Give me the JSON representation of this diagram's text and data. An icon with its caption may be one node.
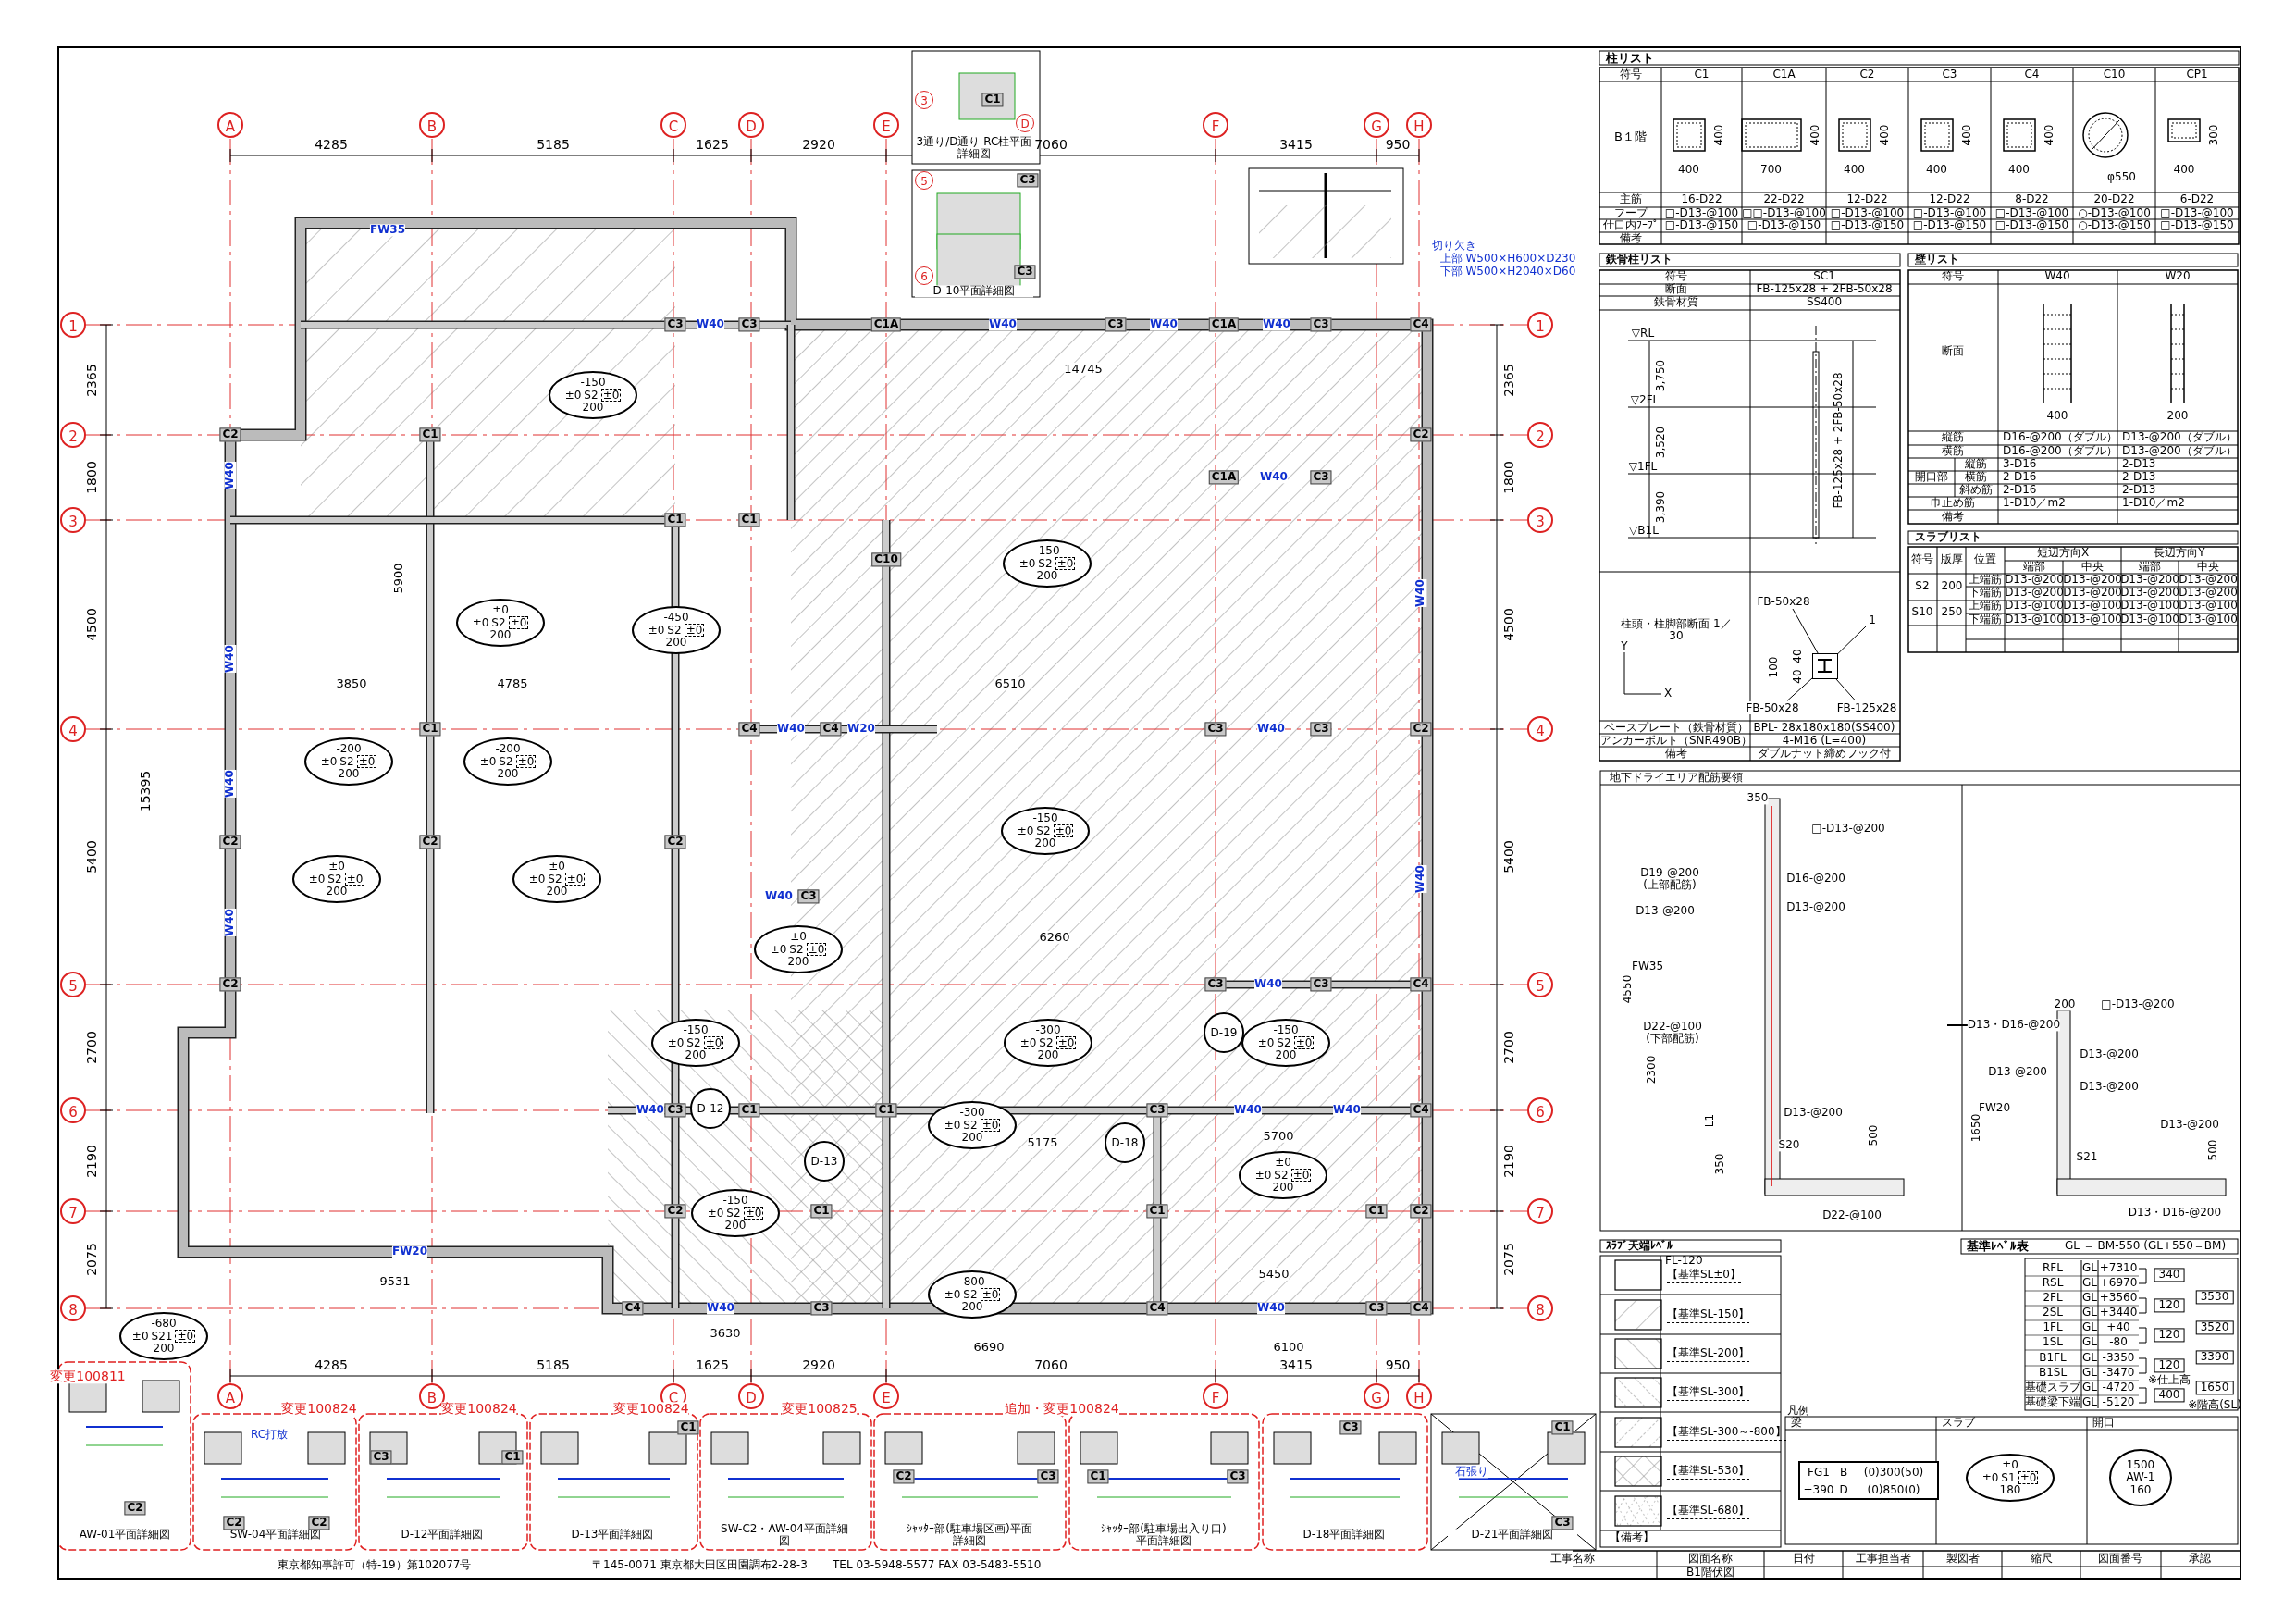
{
  "diagram": {
    "nodes": [
      {
        "text": [
          "-150",
          "±0",
          "S2",
          "±0",
          "200"
        ]
      },
      {
        "text": [
          "±0",
          "±0",
          "S2",
          "±0",
          "200"
        ]
      },
      {
        "text": [
          "-450",
          "±0",
          "S2",
          "±0",
          "200"
        ]
      },
      {
        "text": [
          "-150",
          "±0",
          "S2",
          "±0",
          "200"
        ]
      },
      {
        "text": [
          "-200",
          "±0",
          "S2",
          "±0",
          "200"
        ]
      },
      {
        "text": [
          "-200",
          "±0",
          "S2",
          "±0",
          "200"
        ]
      },
      {
        "text": [
          "±0",
          "±0",
          "S2",
          "±0",
          "200"
        ]
      },
      {
        "text": [
          "±0",
          "±0",
          "S2",
          "±0",
          "200"
        ]
      },
      {
        "text": [
          "-150",
          "±0",
          "S2",
          "±0",
          "200"
        ]
      },
      {
        "text": [
          "±0",
          "±0",
          "S2",
          "±0",
          "200"
        ]
      },
      {
        "text": [
          "-150",
          "±0",
          "S2",
          "±0",
          "200"
        ]
      },
      {
        "text": [
          "-300",
          "±0",
          "S2",
          "±0",
          "200"
        ]
      },
      {
        "text": [
          "-150",
          "±0",
          "S2",
          "±0",
          "200"
        ]
      },
      {
        "text": [
          "-300",
          "±0",
          "S2",
          "±0",
          "200"
        ]
      },
      {
        "text": [
          "±0",
          "±0",
          "S2",
          "±0",
          "200"
        ]
      },
      {
        "text": [
          "-150",
          "±0",
          "S2",
          "±0",
          "200"
        ]
      },
      {
        "text": [
          "-800",
          "±0",
          "S2",
          "±0",
          "200"
        ]
      },
      {
        "text": [
          "-680",
          "±0",
          "S21",
          "±0",
          "200"
        ]
      },
      {
        "text": [
          "D-12"
        ]
      },
      {
        "text": [
          "D-13"
        ]
      },
      {
        "text": [
          "D-18"
        ]
      },
      {
        "text": [
          "D-19"
        ]
      },
      {
        "text": [
          "FG1",
          "B",
          "(0)300(50)",
          "+390",
          "D",
          "(0)850(0)"
        ]
      },
      {
        "text": [
          "±0",
          "±0",
          "S1",
          "±0",
          "180"
        ]
      },
      {
        "text": [
          "1500",
          "AW-1",
          "160"
        ]
      },
      {
        "text": [],
        "shape": "box"
      },
      {
        "text": [
          "FB-50x28"
        ]
      },
      {
        "text": [
          "FB-50x28"
        ]
      },
      {
        "text": [
          "FB-125x28"
        ]
      },
      {
        "text": [
          "1"
        ]
      }
    ],
    "edges": [
      {
        "from": 26,
        "to": 25,
        "arrow": "none"
      },
      {
        "from": 27,
        "to": 25,
        "arrow": "none"
      },
      {
        "from": 28,
        "to": 25,
        "arrow": "none"
      },
      {
        "from": 29,
        "to": 25,
        "arrow": "none"
      }
    ],
    "labels": [
      "A",
      "B",
      "C",
      "D",
      "E",
      "F",
      "G",
      "H",
      "4285",
      "5185",
      "1625",
      "2920",
      "7060",
      "3415",
      "950",
      "1",
      "2",
      "3",
      "4",
      "5",
      "6",
      "7",
      "8",
      "2365",
      "1800",
      "4500",
      "5400",
      "2700",
      "2190",
      "2075",
      "15395",
      "1",
      "2",
      "3",
      "4",
      "5",
      "6",
      "7",
      "8",
      "2365",
      "1800",
      "4500",
      "5400",
      "2700",
      "2190",
      "2075",
      "4285",
      "5185",
      "1625",
      "2920",
      "7060",
      "3415",
      "950",
      "A",
      "B",
      "C",
      "D",
      "E",
      "F",
      "G",
      "H",
      "FW35",
      "C3",
      "W40",
      "C3",
      "C1A",
      "W40",
      "C3",
      "W40",
      "C1A",
      "W40",
      "C3",
      "C4",
      "C2",
      "C1",
      "C2",
      "W40",
      "C1A",
      "W40",
      "C3",
      "C1",
      "C1",
      "C10",
      "W40",
      "W40",
      "C1",
      "C4",
      "W40",
      "C4",
      "W20",
      "C3",
      "W40",
      "C3",
      "C2",
      "W40",
      "C2",
      "C2",
      "C2",
      "W40",
      "C3",
      "W40",
      "W40",
      "C2",
      "C3",
      "W40",
      "C3",
      "C4",
      "W40",
      "C3",
      "C1",
      "C1",
      "C3",
      "W40",
      "W40",
      "C4",
      "C2",
      "C1",
      "C1",
      "C1",
      "C2",
      "FW20",
      "C4",
      "W40",
      "C3",
      "C4",
      "W40",
      "C3",
      "C4",
      "14745",
      "5900",
      "3850",
      "4785",
      "6510",
      "6260",
      "5175",
      "5700",
      "5450",
      "9531",
      "3630",
      "6690",
      "6100",
      "変更100811",
      "3通り/D通り RC柱平面詳細図",
      "D-10平面詳細図",
      "C1",
      "C3",
      "C3",
      "3",
      "D",
      "5",
      "6",
      "切り欠き",
      "上部 W500×H600×D230",
      "下部 W500×H2040×D60",
      "変更100824",
      "変更100824",
      "変更100824",
      "変更100825",
      "追加・変更100824",
      "AW-01平面詳細図",
      "SW-04平面詳細図",
      "D-12平面詳細図",
      "D-13平面詳細図",
      "SW-C2・AW-04平面詳細図",
      "ｼｬｯﾀｰ部(駐車場区画)平面詳細図",
      "ｼｬｯﾀｰ部(駐車場出入り口)平面詳細図",
      "D-18平面詳細図",
      "D-21平面詳細図",
      "C2",
      "C2",
      "C2",
      "C3",
      "C1",
      "C1",
      "C2",
      "C3",
      "C1",
      "C3",
      "C3",
      "C1",
      "C3",
      "RC打放",
      "石張り",
      "柱リスト",
      "符号",
      "C1",
      "C1A",
      "C2",
      "C3",
      "C4",
      "C10",
      "CP1",
      "B１階",
      "400",
      "400",
      "400",
      "700",
      "400",
      "400",
      "400",
      "400",
      "400",
      "400",
      "φ550",
      "300",
      "400",
      "主筋",
      "16-D22",
      "22-D22",
      "12-D22",
      "12-D22",
      "8-D22",
      "20-D22",
      "6-D22",
      "フープ",
      "□-D13-@100",
      "□□-D13-@100",
      "□-D13-@100",
      "□-D13-@100",
      "□-D13-@100",
      "○-D13-@100",
      "□-D13-@100",
      "仕口内ﾌｰﾌﾟ",
      "□-D13-@150",
      "□-D13-@150",
      "□-D13-@150",
      "□-D13-@150",
      "□-D13-@150",
      "○-D13-@150",
      "□-D13-@150",
      "備考",
      "鉄骨柱リスト",
      "符号",
      "SC1",
      "断面",
      "FB-125x28 + 2FB-50x28",
      "鉄骨材質",
      "SS400",
      "▽RL",
      "▽2FL",
      "▽1FL",
      "▽B1L",
      "3,750",
      "3,520",
      "3,390",
      "FB-125x28 + 2FB-50x28",
      "柱頭・柱脚部断面 1／30",
      "Y",
      "X",
      "100",
      "40",
      "40",
      "ベースプレート（鉄骨材質）",
      "BPL- 28x180x180(SS400)",
      "アンカーボルト（SNR490B）",
      "4-M16 (L=400)",
      "備考",
      "ダブルナット締めフック付",
      "壁リスト",
      "符号",
      "W40",
      "W20",
      "断面",
      "400",
      "200",
      "縦筋",
      "D16-@200（ダブル）",
      "D13-@200（ダブル）",
      "横筋",
      "D16-@200（ダブル）",
      "D13-@200（ダブル）",
      "開口部",
      "縦筋",
      "3-D16",
      "2-D13",
      "横筋",
      "2-D16",
      "2-D13",
      "斜め筋",
      "2-D16",
      "2-D13",
      "巾止め筋",
      "1-D10／m2",
      "1-D10／m2",
      "備考",
      "スラブリスト",
      "符号",
      "版厚",
      "位置",
      "短辺方向X",
      "長辺方向Y",
      "端部",
      "中央",
      "端部",
      "中央",
      "S2",
      "200",
      "上端筋",
      "D13-@200",
      "D13-@200",
      "D13-@200",
      "D13-@200",
      "下端筋",
      "D13-@200",
      "D13-@200",
      "D13-@200",
      "D13-@200",
      "S10",
      "250",
      "上端筋",
      "D13-@100",
      "D13-@100",
      "D13-@100",
      "D13-@100",
      "下端筋",
      "D13-@100",
      "D13-@100",
      "D13-@100",
      "D13-@100",
      "地下ドライエリア配筋要領",
      "350",
      "□-D13-@200",
      "D19-@200 (上部配筋)",
      "D16-@200",
      "D13-@200",
      "D13-@200",
      "FW35",
      "4550",
      "D22-@100 (下部配筋)",
      "2300",
      "L1",
      "D13-@200",
      "S20",
      "350",
      "500",
      "D22-@100",
      "200",
      "□-D13-@200",
      "D13・D16-@200",
      "D13-@200",
      "D13-@200",
      "D13-@200",
      "FW20",
      "1650",
      "D13-@200",
      "S21",
      "500",
      "D13・D16-@200",
      "ｽﾗﾌﾞ天端ﾚﾍﾞﾙ",
      "FL-120",
      "【備考】",
      "基準ﾚﾍﾞﾙ表",
      "GL ＝ BM-550 (GL+550＝BM)",
      "RFL",
      "GL",
      "+7310",
      "RSL",
      "GL",
      "+6970",
      "2FL",
      "GL",
      "+3560",
      "2SL",
      "GL",
      "+3440",
      "1FL",
      "GL",
      "+40",
      "1SL",
      "GL",
      "-80",
      "B1FL",
      "GL",
      "-3350",
      "B1SL",
      "GL",
      "-3470",
      "基礎スラブ",
      "GL",
      "-4720",
      "基礎梁下端",
      "GL",
      "-5120",
      "340",
      "120",
      "120",
      "120",
      "400",
      "※仕上高",
      "3530",
      "3520",
      "3390",
      "1650",
      "※階高(SL)",
      "凡例",
      "梁",
      "スラブ",
      "開口",
      "東京都知事許可（特-19）第102077号",
      "〒145-0071 東京都大田区田園調布2-28-3",
      "TEL 03-5948-5577 FAX 03-5483-5510",
      "工事名称",
      "図面名称",
      "B1階伏図",
      "日付",
      "工事担当者",
      "製図者",
      "縮尺",
      "図面番号",
      "承認"
    ],
    "legend": [
      {
        "text": "【基準SL±0】"
      },
      {
        "text": "【基準SL-150】"
      },
      {
        "text": "【基準SL-200】"
      },
      {
        "text": "【基準SL-300】"
      },
      {
        "text": "【基準SL-300～-800】"
      },
      {
        "text": "【基準SL-530】"
      },
      {
        "text": "【基準SL-680】"
      }
    ]
  }
}
